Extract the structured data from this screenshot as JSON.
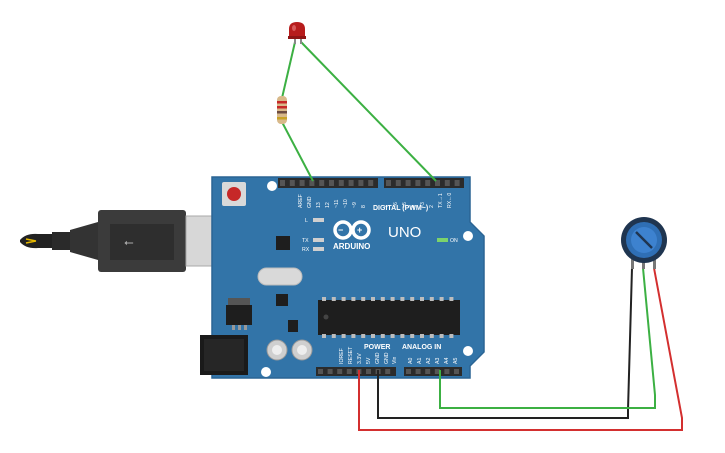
{
  "board": {
    "brand": "ARDUINO",
    "model": "UNO",
    "on_label": "ON",
    "led_l": "L",
    "led_tx": "TX",
    "led_rx": "RX",
    "header_digital": "DIGITAL (PWM~)",
    "header_power": "POWER",
    "header_analog": "ANALOG IN",
    "digital_pins": [
      "AREF",
      "GND",
      "13",
      "12",
      "~11",
      "~10",
      "~9",
      "8",
      "7",
      "~6",
      "~5",
      "4",
      "~3",
      "2",
      "TX→1",
      "RX←0"
    ],
    "power_pins": [
      "IOREF",
      "RESET",
      "3.3V",
      "5V",
      "GND",
      "GND",
      "Vin"
    ],
    "analog_pins": [
      "A0",
      "A1",
      "A2",
      "A3",
      "A4",
      "A5"
    ]
  },
  "colors": {
    "board": "#3274a8",
    "board_edge": "#2a6494",
    "header": "#2b2b2b",
    "chip": "#1e1e1e",
    "led_red": "#c62828",
    "wire_green": "#3cb043",
    "wire_black": "#222222",
    "wire_red": "#d32f2f",
    "pot_blue": "#2f6fb5"
  },
  "components": {
    "led": "led-red",
    "resistor": "resistor",
    "potentiometer": "potentiometer",
    "usb_cable": "usb-cable"
  }
}
